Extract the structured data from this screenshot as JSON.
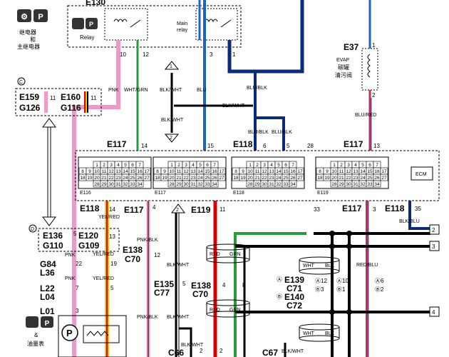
{
  "header": {
    "e130": "E130",
    "relay_cn": "继电器",
    "and_cn": "和",
    "main_relay_cn": "主继电器",
    "relay": "Relay",
    "main_relay_1": "Main",
    "main_relay_2": "relay"
  },
  "relay_pins": {
    "p10": "10",
    "p12": "12",
    "p3": "3",
    "p1": "1"
  },
  "wires": {
    "pnk": "PNK",
    "wht_grn": "WHT/GRN",
    "blu": "BLU",
    "blk_wht": "BLK/WHT",
    "blu_blk": "BLU/BLK",
    "blu_red": "BLU/RED",
    "yel_red": "YEL/RED",
    "pnk_blk": "PNK/BLK",
    "red": "RED",
    "grn": "GRN",
    "wht": "WHT",
    "blk": "BLK",
    "red_blu": "RED/BLU",
    "blk_blu": "BLK/BLU"
  },
  "left_connectors": {
    "circle_c": "C",
    "e159": "E159",
    "g126": "G126",
    "e160": "E160",
    "g116": "G116",
    "pin11a": "11",
    "pin11b": "11",
    "circle_d": "D",
    "e136": "E136",
    "g110": "G110",
    "e120": "E120",
    "g109": "G109",
    "pin5": "5",
    "pin13": "13"
  },
  "evap": {
    "id": "E37",
    "label": "EVAP",
    "cn1": "碳罐",
    "cn2": "清污阀",
    "pin1": "1",
    "pin2": "2"
  },
  "ecm_header": {
    "e117a": "E117",
    "p14": "14",
    "p15": "15",
    "e118a": "E118",
    "p6": "6",
    "p5": "5",
    "p28": "28",
    "e117b": "E117",
    "p13": "13"
  },
  "ecm": {
    "label": "ECM",
    "conn_names": [
      "E116",
      "E117",
      "E118",
      "E119"
    ],
    "rows": [
      [
        "1",
        "2",
        "3",
        "4",
        "5",
        "6",
        "7"
      ],
      [
        "8",
        "9",
        "10",
        "11",
        "12",
        "13",
        "14",
        "15",
        "16",
        "17"
      ],
      [
        "18",
        "19",
        "20",
        "21",
        "22",
        "23",
        "24",
        "25",
        "26",
        "27"
      ],
      [
        "28",
        "29",
        "30",
        "31",
        "32",
        "33",
        "34"
      ]
    ]
  },
  "lower": {
    "e118a": "E118",
    "p14": "14",
    "e117a": "E117",
    "p4": "4",
    "e119": "E119",
    "p11": "11",
    "p33": "33",
    "e117b": "E117",
    "p3": "3",
    "e118b": "E118",
    "p35": "35",
    "g84": "G84",
    "l36": "L36",
    "p22": "22",
    "p19": "19",
    "l22": "L22",
    "l04": "L04",
    "p7": "7",
    "p5": "5",
    "l01": "L01",
    "e138a": "E138",
    "c70a": "C70",
    "p12": "12",
    "e135": "E135",
    "c77": "C77",
    "p5b": "5",
    "e138b": "E138",
    "c70b": "C70",
    "p4b": "4",
    "p8": "8",
    "e139": "E139",
    "c71": "C71",
    "e140": "E140",
    "c72": "C72",
    "a12": "Ⓐ12",
    "b3a": "Ⓑ3",
    "a10": "Ⓐ10",
    "b1": "Ⓑ1",
    "a6": "Ⓐ6",
    "b2": "Ⓑ2",
    "aa": "Ⓐ",
    "bb": "Ⓑ",
    "c66": "C66",
    "c67": "C67",
    "p2a": "2",
    "p2b": "2",
    "fuel_and": "&",
    "fuel_cn": "油量表",
    "pump": "P",
    "ref2": "2",
    "ref3": "3",
    "ref4": "4",
    "up1": "1",
    "dn2": "2",
    "up2": "2"
  }
}
